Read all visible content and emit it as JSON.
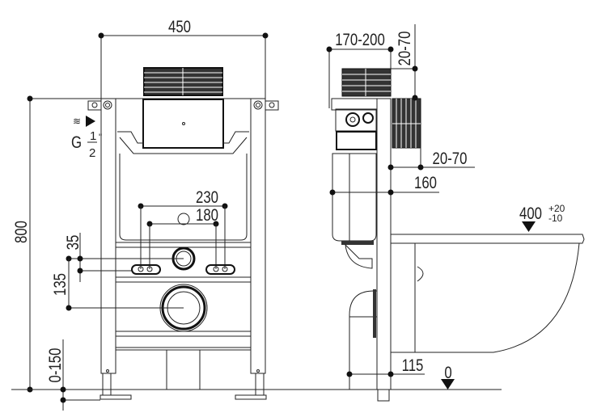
{
  "front_view": {
    "width_label": "450",
    "height_label": "800",
    "water_inlet_prefix": "G",
    "water_inlet_num": "1",
    "water_inlet_den": "2",
    "water_inlet_suffix": "\"",
    "button_span_outer": "230",
    "button_span_inner": "180",
    "offset_35": "35",
    "offset_135": "135",
    "foot_adjust": "0-150"
  },
  "side_view": {
    "depth_range": "170-200",
    "top_gap": "20-70",
    "side_gap": "20-70",
    "cistern_depth": "160",
    "bowl_height": "400",
    "bowl_tol_plus": "+20",
    "bowl_tol_minus": "-10",
    "drain_offset": "115",
    "floor_level": "0"
  },
  "colors": {
    "line": "#222222",
    "background": "#ffffff"
  }
}
